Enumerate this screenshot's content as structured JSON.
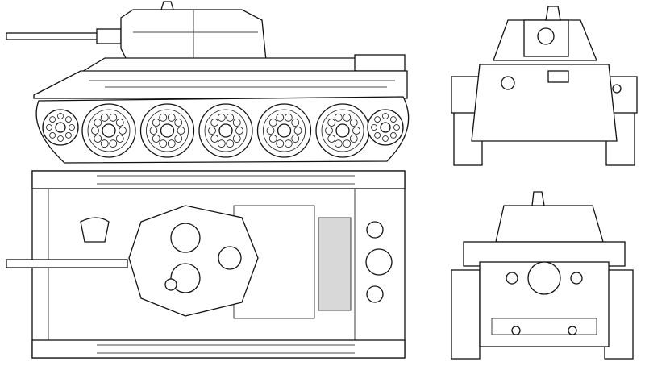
{
  "drawing": {
    "subject": "tank-blueprint",
    "views": [
      "side",
      "top",
      "front",
      "rear"
    ],
    "colors": {
      "line": "#111111",
      "paper": "#ffffff",
      "grille": "#d8d8d8"
    },
    "side_view": {
      "road_wheels": 5
    }
  }
}
